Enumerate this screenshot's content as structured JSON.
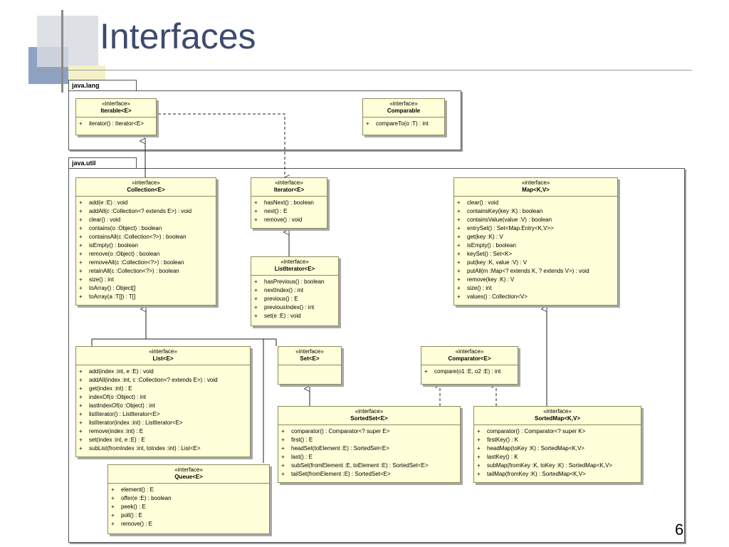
{
  "slide": {
    "title": "Interfaces",
    "page_number": "6"
  },
  "packages": [
    {
      "id": "java-lang",
      "name": "java.lang"
    },
    {
      "id": "java-util",
      "name": "java.util"
    }
  ],
  "classes": {
    "iterable": {
      "stereotype": "«interface»",
      "name": "Iterable<E>",
      "ops": [
        "iterator() : Iterator<E>"
      ]
    },
    "comparable": {
      "stereotype": "«interface»",
      "name": "Comparable",
      "ops": [
        "compareTo(o :T) : int"
      ]
    },
    "collection": {
      "stereotype": "«interface»",
      "name": "Collection<E>",
      "ops": [
        "add(e :E) : void",
        "addAll(c :Collection<? extends E>) : void",
        "clear() : void",
        "contains(o :Object) : boolean",
        "containsAll(c :Collection<?>) : boolean",
        "isEmpty() : boolean",
        "remove(o :Object) : boolean",
        "removeAll(c :Collection<?>) : boolean",
        "retainAll(c :Collection<?>) : boolean",
        "size() : int",
        "toArray() : Object[]",
        "toArray(a :T[]) : T[]"
      ]
    },
    "iterator": {
      "stereotype": "«interface»",
      "name": "Iterator<E>",
      "ops": [
        "hasNext() : boolean",
        "next() : E",
        "remove() : void"
      ]
    },
    "listiterator": {
      "stereotype": "«interface»",
      "name": "ListIterator<E>",
      "ops": [
        "hasPrevious() : boolean",
        "nextIndex() : int",
        "previous() : E",
        "previousIndex() : int",
        "set(e :E) : void"
      ]
    },
    "map": {
      "stereotype": "«interface»",
      "name": "Map<K,V>",
      "ops": [
        "clear() : void",
        "containsKey(key :K) : boolean",
        "containsValue(value :V) : boolean",
        "entrySet() : Set<Map.Entry<K,V>>",
        "get(key :K) : V",
        "isEmpty() : boolean",
        "keySet() : Set<K>",
        "put(key :K, value :V) : V",
        "putAll(m :Map<? extends K, ? extends V>) : void",
        "remove(key :K) : V",
        "size() : int",
        "values() : Collection<V>"
      ]
    },
    "list": {
      "stereotype": "«interface»",
      "name": "List<E>",
      "ops": [
        "add(index :int, e :E) : void",
        "addAll(index :int, c :Collection<? extends E>) : void",
        "get(index :int) : E",
        "indexOf(o :Object) : int",
        "lastIndexOf(o :Object) : int",
        "listIterator() : ListIterator<E>",
        "listIterator(index :int) : ListIterator<E>",
        "remove(index :int) : E",
        "set(index :int, e :E) : E",
        "subList(fromIndex :int, toIndex :int) : List<E>"
      ]
    },
    "set": {
      "stereotype": "«interface»",
      "name": "Set<E>",
      "ops": []
    },
    "comparator": {
      "stereotype": "«interface»",
      "name": "Comparator<E>",
      "ops": [
        "compare(o1 :E, o2 :E) : int"
      ]
    },
    "sortedset": {
      "stereotype": "«interface»",
      "name": "SortedSet<E>",
      "ops": [
        "comparator() : Comparator<? super E>",
        "first() : E",
        "headSet(toElement :E) : SortedSet<E>",
        "last() : E",
        "subSet(fromElement :E, toElement :E) : SortedSet<E>",
        "tailSet(fromElement :E) : SortedSet<E>"
      ]
    },
    "sortedmap": {
      "stereotype": "«interface»",
      "name": "SortedMap<K,V>",
      "ops": [
        "comparator() : Comparator<? super K>",
        "firstKey() : K",
        "headMap(toKey :K) : SortedMap<K,V>",
        "lastKey() : K",
        "subMap(fromKey :K, toKey :K) : SortedMap<K,V>",
        "tailMap(fromKey :K) : SortedMap<K,V>"
      ]
    },
    "queue": {
      "stereotype": "«interface»",
      "name": "Queue<E>",
      "ops": [
        "element() : E",
        "offer(e :E) : boolean",
        "peek() : E",
        "poll() : E",
        "remove() : E"
      ]
    }
  },
  "visibility_symbol": "+",
  "colors": {
    "title": "#3d4b6e",
    "class_fill": "#ffffd9",
    "class_border": "#8c8c5a"
  }
}
